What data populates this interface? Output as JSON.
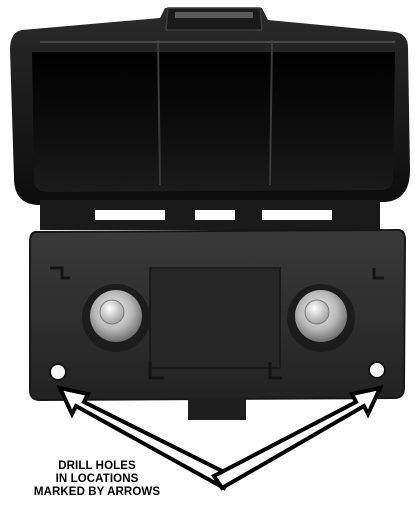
{
  "caption": {
    "line1": "DRILL HOLES",
    "line2": "IN LOCATIONS",
    "line3": "MARKED BY ARROWS"
  },
  "colors": {
    "background": "#ffffff",
    "housing": "#141414",
    "base_plate": "#2e2e2e",
    "terminal": "#c9c9c9",
    "arrow_fill": "#ffffff",
    "arrow_outline": "#000000",
    "caption_text": "#000000"
  },
  "drill_hole_count": 2
}
